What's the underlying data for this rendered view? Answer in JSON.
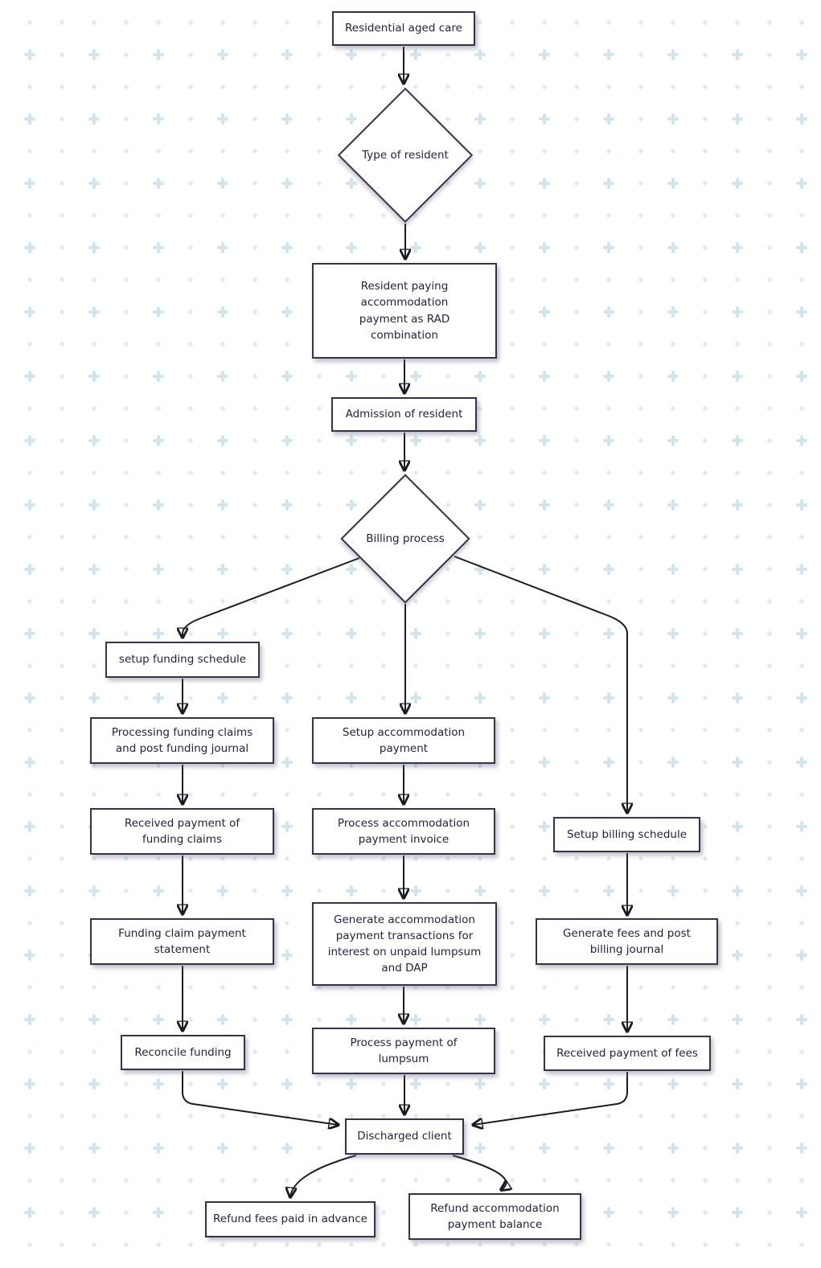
{
  "diagram": {
    "title": "Residential aged care billing process flowchart",
    "type": "flowchart",
    "direction": "top-down",
    "nodes": [
      {
        "id": "residential_aged_care",
        "shape": "rectangle",
        "label": "Residential aged care"
      },
      {
        "id": "type_of_resident",
        "shape": "diamond",
        "label": "Type of resident"
      },
      {
        "id": "resident_paying_rad",
        "shape": "rectangle",
        "label": "Resident paying accommodation payment as RAD combination"
      },
      {
        "id": "admission_of_resident",
        "shape": "rectangle",
        "label": "Admission of resident"
      },
      {
        "id": "billing_process",
        "shape": "diamond",
        "label": "Billing process"
      },
      {
        "id": "setup_funding_schedule",
        "shape": "rectangle",
        "label": "setup funding schedule"
      },
      {
        "id": "processing_funding_claims",
        "shape": "rectangle",
        "label": "Processing funding claims and post funding journal"
      },
      {
        "id": "received_payment_funding_claims",
        "shape": "rectangle",
        "label": "Received payment of funding claims"
      },
      {
        "id": "funding_claim_payment_statement",
        "shape": "rectangle",
        "label": "Funding claim payment statement"
      },
      {
        "id": "reconcile_funding",
        "shape": "rectangle",
        "label": "Reconcile funding"
      },
      {
        "id": "setup_accommodation_payment",
        "shape": "rectangle",
        "label": "Setup accommodation payment"
      },
      {
        "id": "process_accommodation_payment_invoice",
        "shape": "rectangle",
        "label": "Process accommodation payment invoice"
      },
      {
        "id": "generate_accommodation_payment_transactions",
        "shape": "rectangle",
        "label": "Generate accommodation payment transactions for interest on unpaid lumpsum and DAP"
      },
      {
        "id": "process_payment_of_lumpsum",
        "shape": "rectangle",
        "label": "Process payment of lumpsum"
      },
      {
        "id": "setup_billing_schedule",
        "shape": "rectangle",
        "label": "Setup billing schedule"
      },
      {
        "id": "generate_fees_post_billing_journal",
        "shape": "rectangle",
        "label": "Generate fees and post billing journal"
      },
      {
        "id": "received_payment_of_fees",
        "shape": "rectangle",
        "label": "Received payment of fees"
      },
      {
        "id": "discharged_client",
        "shape": "rectangle",
        "label": "Discharged client"
      },
      {
        "id": "refund_fees_paid_in_advance",
        "shape": "rectangle",
        "label": "Refund fees paid in advance"
      },
      {
        "id": "refund_accommodation_payment_balance",
        "shape": "rectangle",
        "label": "Refund accommodation payment balance"
      }
    ],
    "edges": [
      {
        "from": "residential_aged_care",
        "to": "type_of_resident"
      },
      {
        "from": "type_of_resident",
        "to": "resident_paying_rad"
      },
      {
        "from": "resident_paying_rad",
        "to": "admission_of_resident"
      },
      {
        "from": "admission_of_resident",
        "to": "billing_process"
      },
      {
        "from": "billing_process",
        "to": "setup_funding_schedule"
      },
      {
        "from": "billing_process",
        "to": "setup_accommodation_payment"
      },
      {
        "from": "billing_process",
        "to": "setup_billing_schedule"
      },
      {
        "from": "setup_funding_schedule",
        "to": "processing_funding_claims"
      },
      {
        "from": "processing_funding_claims",
        "to": "received_payment_funding_claims"
      },
      {
        "from": "received_payment_funding_claims",
        "to": "funding_claim_payment_statement"
      },
      {
        "from": "funding_claim_payment_statement",
        "to": "reconcile_funding"
      },
      {
        "from": "reconcile_funding",
        "to": "discharged_client"
      },
      {
        "from": "setup_accommodation_payment",
        "to": "process_accommodation_payment_invoice"
      },
      {
        "from": "process_accommodation_payment_invoice",
        "to": "generate_accommodation_payment_transactions"
      },
      {
        "from": "generate_accommodation_payment_transactions",
        "to": "process_payment_of_lumpsum"
      },
      {
        "from": "process_payment_of_lumpsum",
        "to": "discharged_client"
      },
      {
        "from": "setup_billing_schedule",
        "to": "generate_fees_post_billing_journal"
      },
      {
        "from": "generate_fees_post_billing_journal",
        "to": "received_payment_of_fees"
      },
      {
        "from": "received_payment_of_fees",
        "to": "discharged_client"
      },
      {
        "from": "discharged_client",
        "to": "refund_fees_paid_in_advance"
      },
      {
        "from": "discharged_client",
        "to": "refund_accommodation_payment_balance"
      }
    ],
    "style": {
      "node_fill": "#ffffff",
      "node_border": "#33334d",
      "text_color": "#1f2040",
      "arrow_color": "#1b1b24",
      "background": "#ffffff",
      "background_dot_color": "#d9ecf3",
      "background_plus_color": "#cde6ef"
    }
  }
}
